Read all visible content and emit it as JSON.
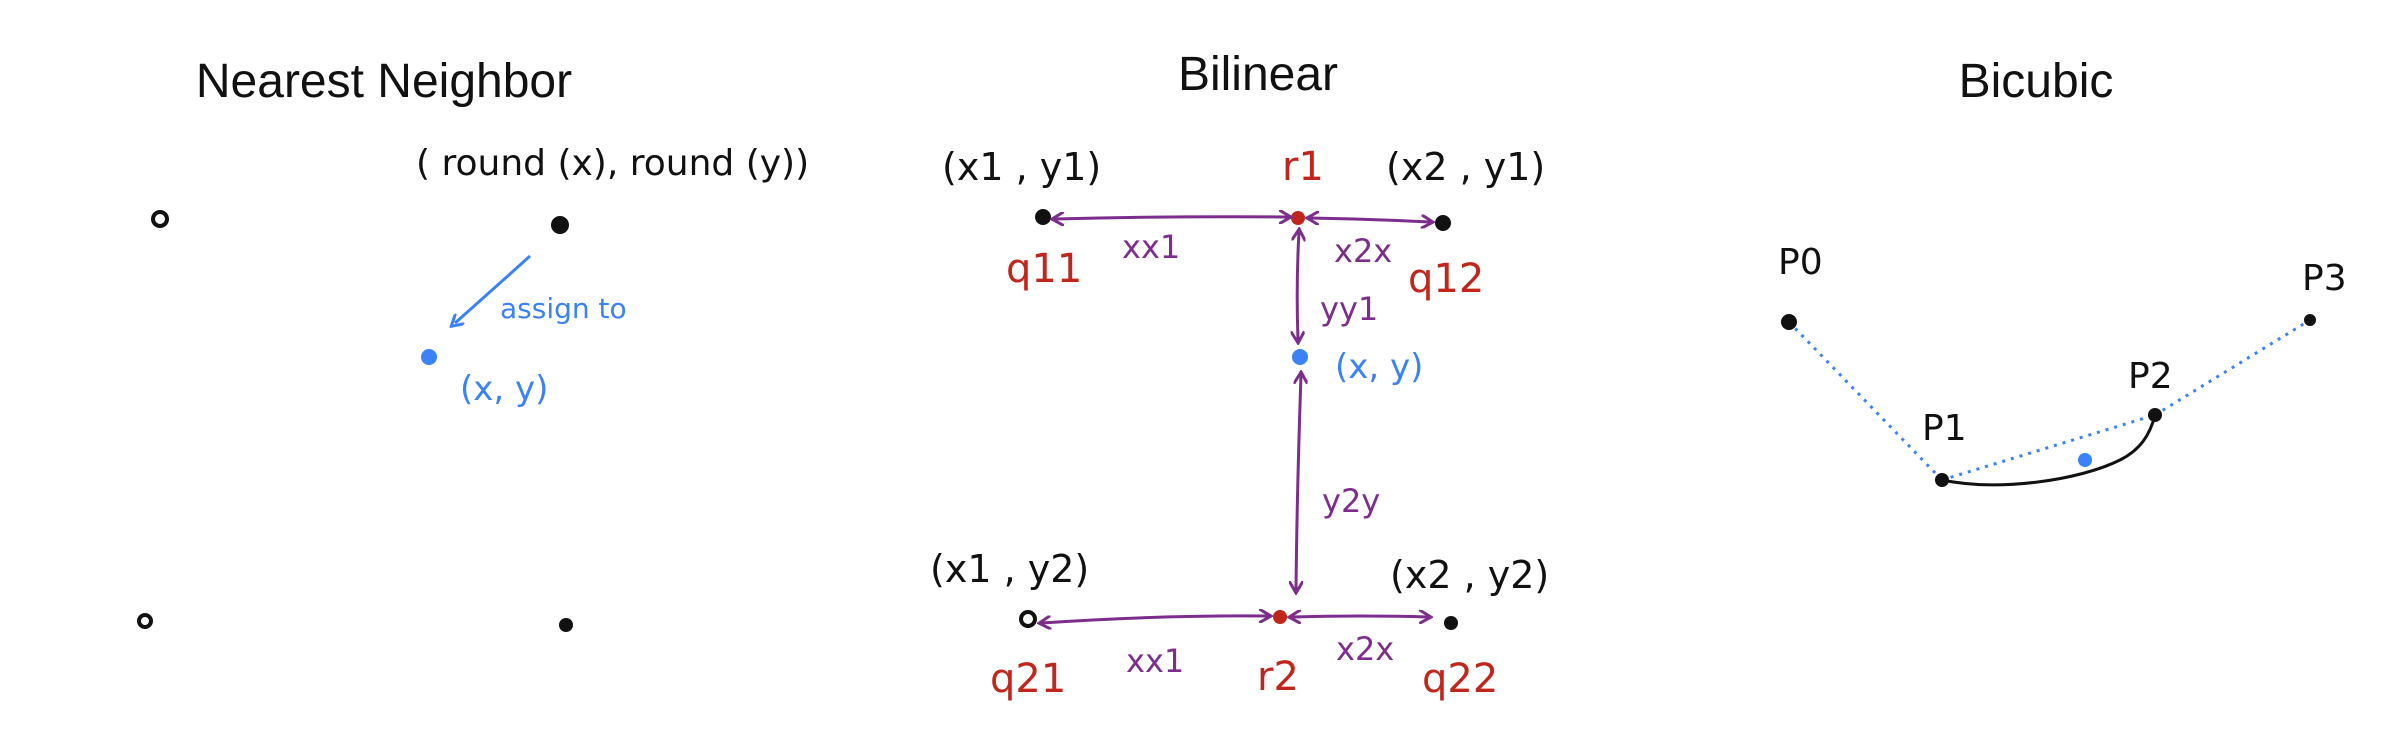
{
  "colors": {
    "ink": "#111111",
    "blue": "#3b82f6",
    "red": "#c0261c",
    "purple": "#7d2e8c"
  },
  "nearest": {
    "title": "Nearest Neighbor",
    "corner_label": "( round (x), round (y))",
    "arrow_label": "assign to",
    "point_label": "(x, y)"
  },
  "bilinear": {
    "title": "Bilinear",
    "label_x1y1": "(x1 , y1)",
    "label_x2y1": "(x2 , y1)",
    "label_x1y2": "(x1 , y2)",
    "label_x2y2": "(x2 , y2)",
    "label_r1": "r1",
    "label_r2": "r2",
    "label_q11": "q11",
    "label_q12": "q12",
    "label_q21": "q21",
    "label_q22": "q22",
    "label_xx1_top": "xx1",
    "label_x2x_top": "x2x",
    "label_yy1": "yy1",
    "label_y2y": "y2y",
    "label_xx1_bottom": "xx1",
    "label_x2x_bottom": "x2x",
    "label_xy": "(x, y)"
  },
  "bicubic": {
    "title": "Bicubic",
    "label_p0": "P0",
    "label_p1": "P1",
    "label_p2": "P2",
    "label_p3": "P3"
  }
}
